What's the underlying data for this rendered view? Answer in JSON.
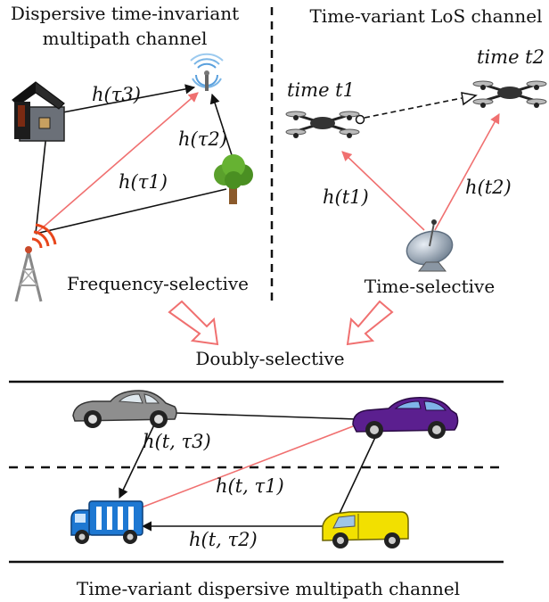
{
  "panels": {
    "top_left": {
      "title_line1": "Dispersive time-invariant",
      "title_line2": "multipath channel",
      "caption": "Frequency-selective",
      "labels": {
        "tau3": "h(τ3)",
        "tau2": "h(τ2)",
        "tau1": "h(τ1)"
      }
    },
    "top_right": {
      "title": "Time-variant LoS channel",
      "time1": "time t1",
      "time2": "time t2",
      "caption": "Time-selective",
      "labels": {
        "t1": "h(t1)",
        "t2": "h(t2)"
      }
    },
    "middle": {
      "caption": "Doubly-selective"
    },
    "bottom": {
      "labels": {
        "tau3": "h(t, τ3)",
        "tau1": "h(t, τ1)",
        "tau2": "h(t, τ2)"
      },
      "caption": "Time-variant dispersive multipath channel"
    }
  },
  "colors": {
    "los_path": "#f07070",
    "path": "#111111",
    "selective_arrow": "#f07070",
    "house": "#222222",
    "tree": "#5aa02c",
    "tower": "#777777",
    "radio_waves": "#e8461c",
    "dish": "#7f8fa0",
    "drone": "#222222",
    "car_gray": "#888888",
    "car_purple": "#5b1f8f",
    "truck_blue": "#1e78d2",
    "van_yellow": "#f2e000"
  },
  "icons": [
    "house-icon",
    "tree-icon",
    "wifi-antenna-icon",
    "radio-tower-icon",
    "drone-icon",
    "satellite-dish-icon",
    "vintage-car-icon",
    "sedan-icon",
    "truck-icon",
    "van-icon"
  ]
}
